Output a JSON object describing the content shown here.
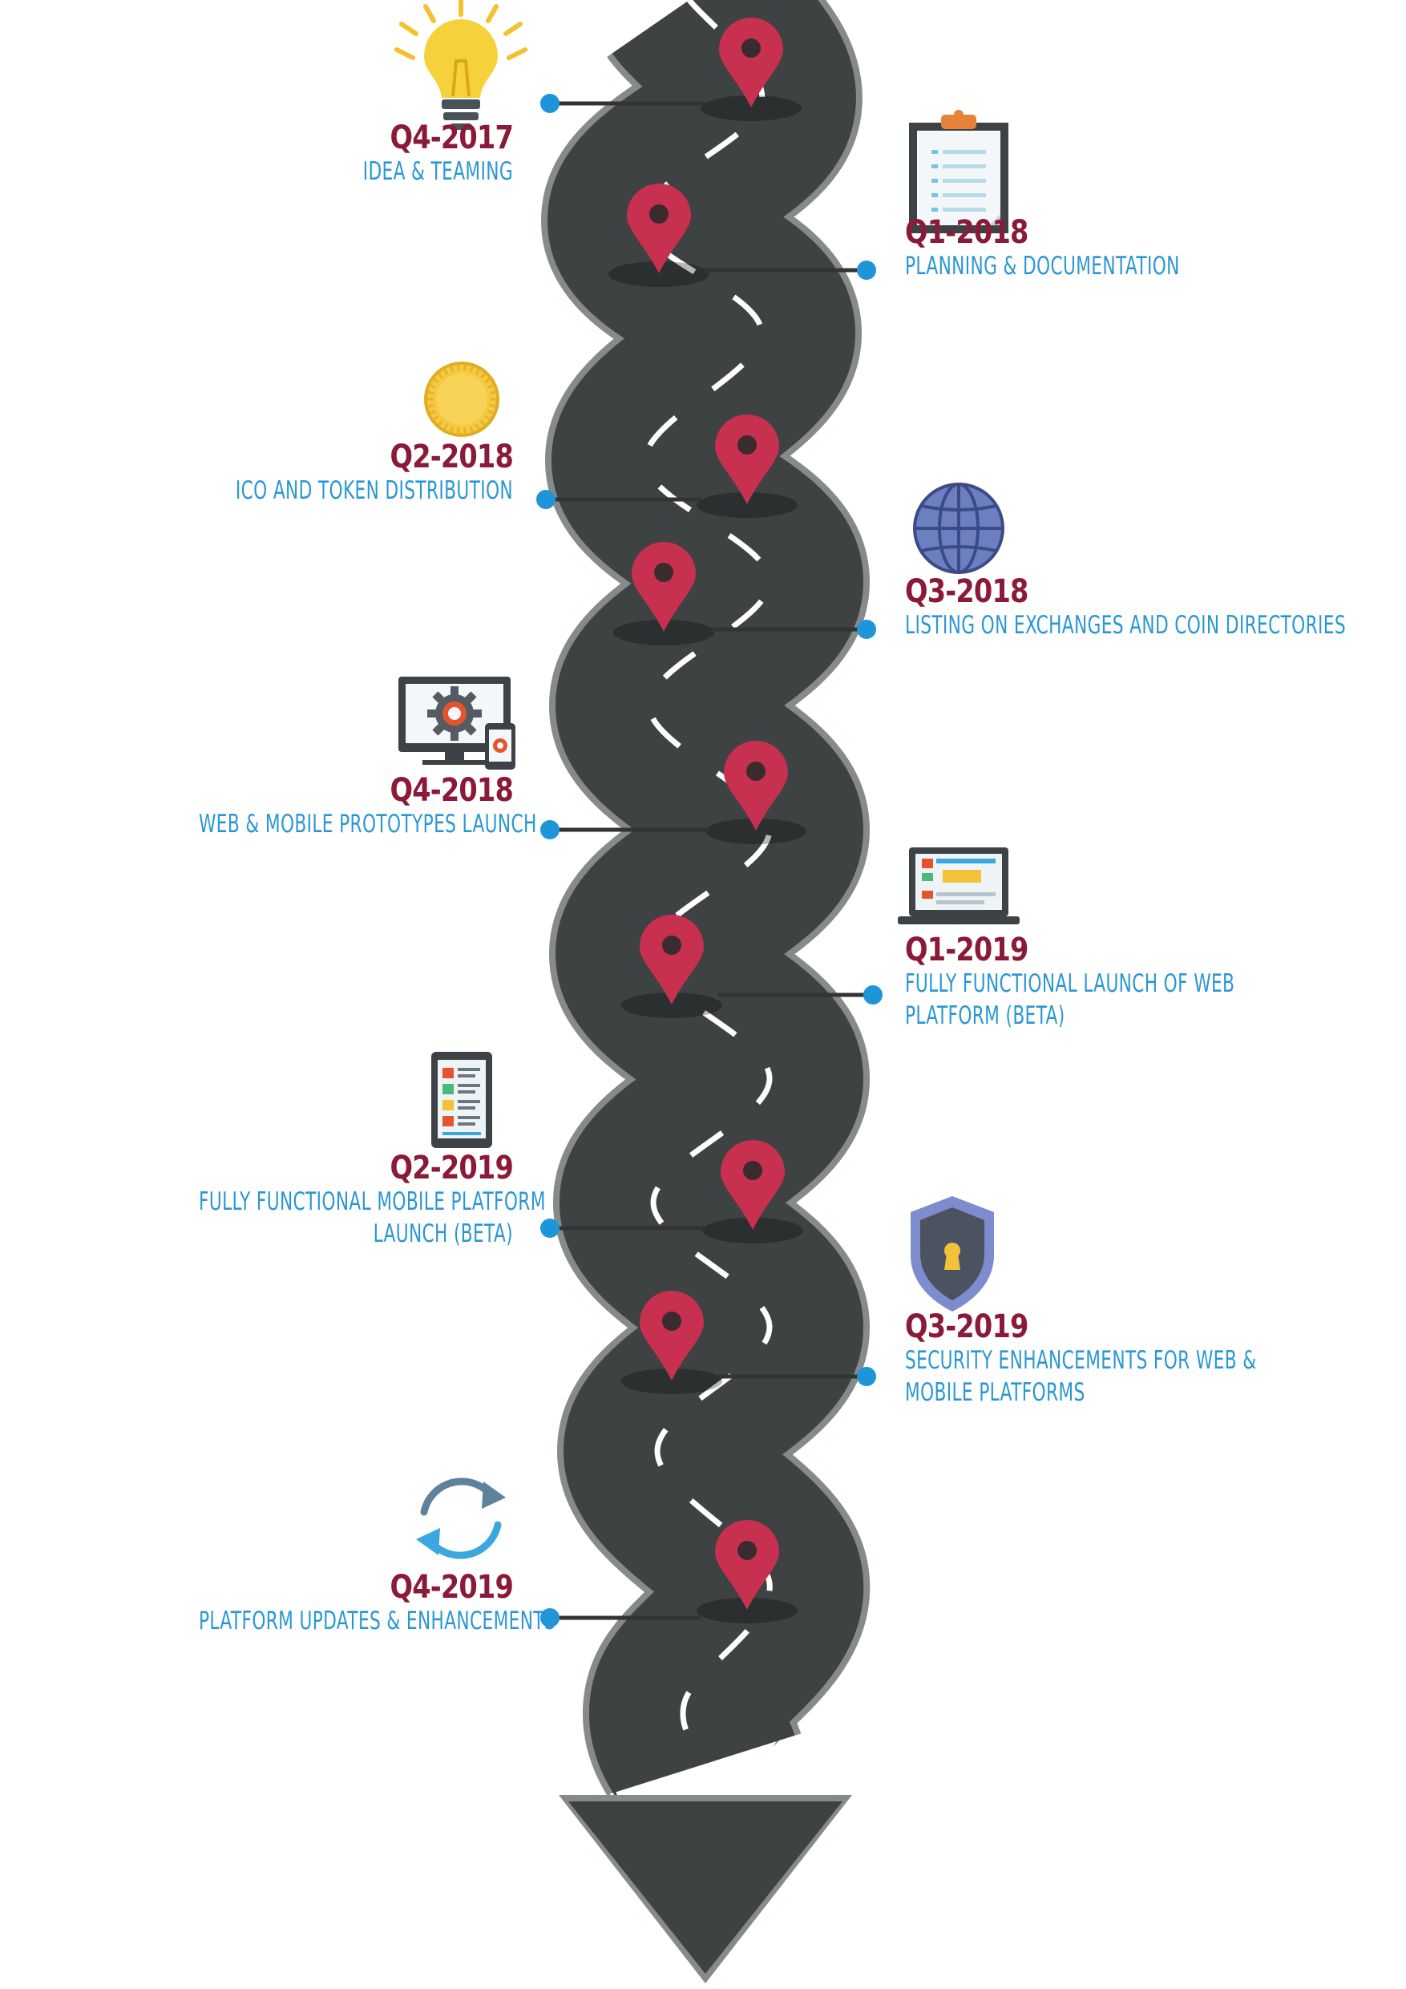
{
  "colors": {
    "road": "#3e4243",
    "road_edge": "#878a8b",
    "lane": "#ffffff",
    "pin": "#c8304f",
    "quarter": "#8b1a38",
    "description": "#2a97d4",
    "connector": "#333333",
    "dot": "#1e95d8"
  },
  "milestones": [
    {
      "quarter": "Q4-2017",
      "description": [
        "IDEA & TEAMING"
      ],
      "icon": "lightbulb-icon"
    },
    {
      "quarter": "Q1-2018",
      "description": [
        "PLANNING & DOCUMENTATION"
      ],
      "icon": "clipboard-icon"
    },
    {
      "quarter": "Q2-2018",
      "description": [
        "ICO AND TOKEN DISTRIBUTION"
      ],
      "icon": "coin-icon"
    },
    {
      "quarter": "Q3-2018",
      "description": [
        "LISTING ON EXCHANGES AND COIN DIRECTORIES"
      ],
      "icon": "globe-icon"
    },
    {
      "quarter": "Q4-2018",
      "description": [
        "WEB & MOBILE PROTOTYPES LAUNCH"
      ],
      "icon": "monitor-gear-icon"
    },
    {
      "quarter": "Q1-2019",
      "description": [
        "FULLY FUNCTIONAL LAUNCH OF WEB",
        "PLATFORM (BETA)"
      ],
      "icon": "laptop-icon"
    },
    {
      "quarter": "Q2-2019",
      "description": [
        "FULLY FUNCTIONAL MOBILE PLATFORM",
        "LAUNCH (BETA)"
      ],
      "icon": "tablet-icon"
    },
    {
      "quarter": "Q3-2019",
      "description": [
        "SECURITY ENHANCEMENTS FOR WEB &",
        "MOBILE PLATFORMS"
      ],
      "icon": "shield-lock-icon"
    },
    {
      "quarter": "Q4-2019",
      "description": [
        "PLATFORM UPDATES & ENHANCEMENTS"
      ],
      "icon": "refresh-icon"
    }
  ]
}
